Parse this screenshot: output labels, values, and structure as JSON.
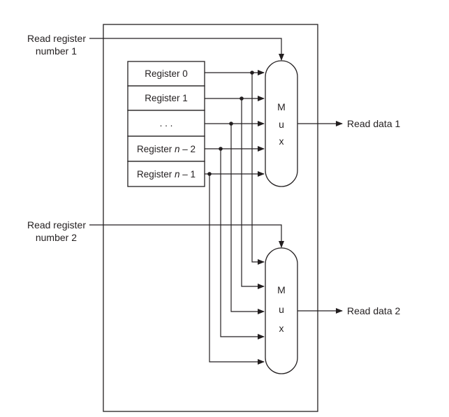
{
  "inputs": {
    "read_register_1": [
      "Read register",
      "number 1"
    ],
    "read_register_2": [
      "Read register",
      "number 2"
    ]
  },
  "registers": [
    {
      "label": "Register 0",
      "italic_part": "",
      "suffix": ""
    },
    {
      "label": "Register 1",
      "italic_part": "",
      "suffix": ""
    },
    {
      "label": ". . .",
      "italic_part": "",
      "suffix": ""
    },
    {
      "label": "Register ",
      "italic_part": "n",
      "suffix": " – 2"
    },
    {
      "label": "Register ",
      "italic_part": "n",
      "suffix": " – 1"
    }
  ],
  "mux": {
    "letters": [
      "M",
      "u",
      "x"
    ]
  },
  "outputs": {
    "read_data_1": "Read data 1",
    "read_data_2": "Read data 2"
  }
}
